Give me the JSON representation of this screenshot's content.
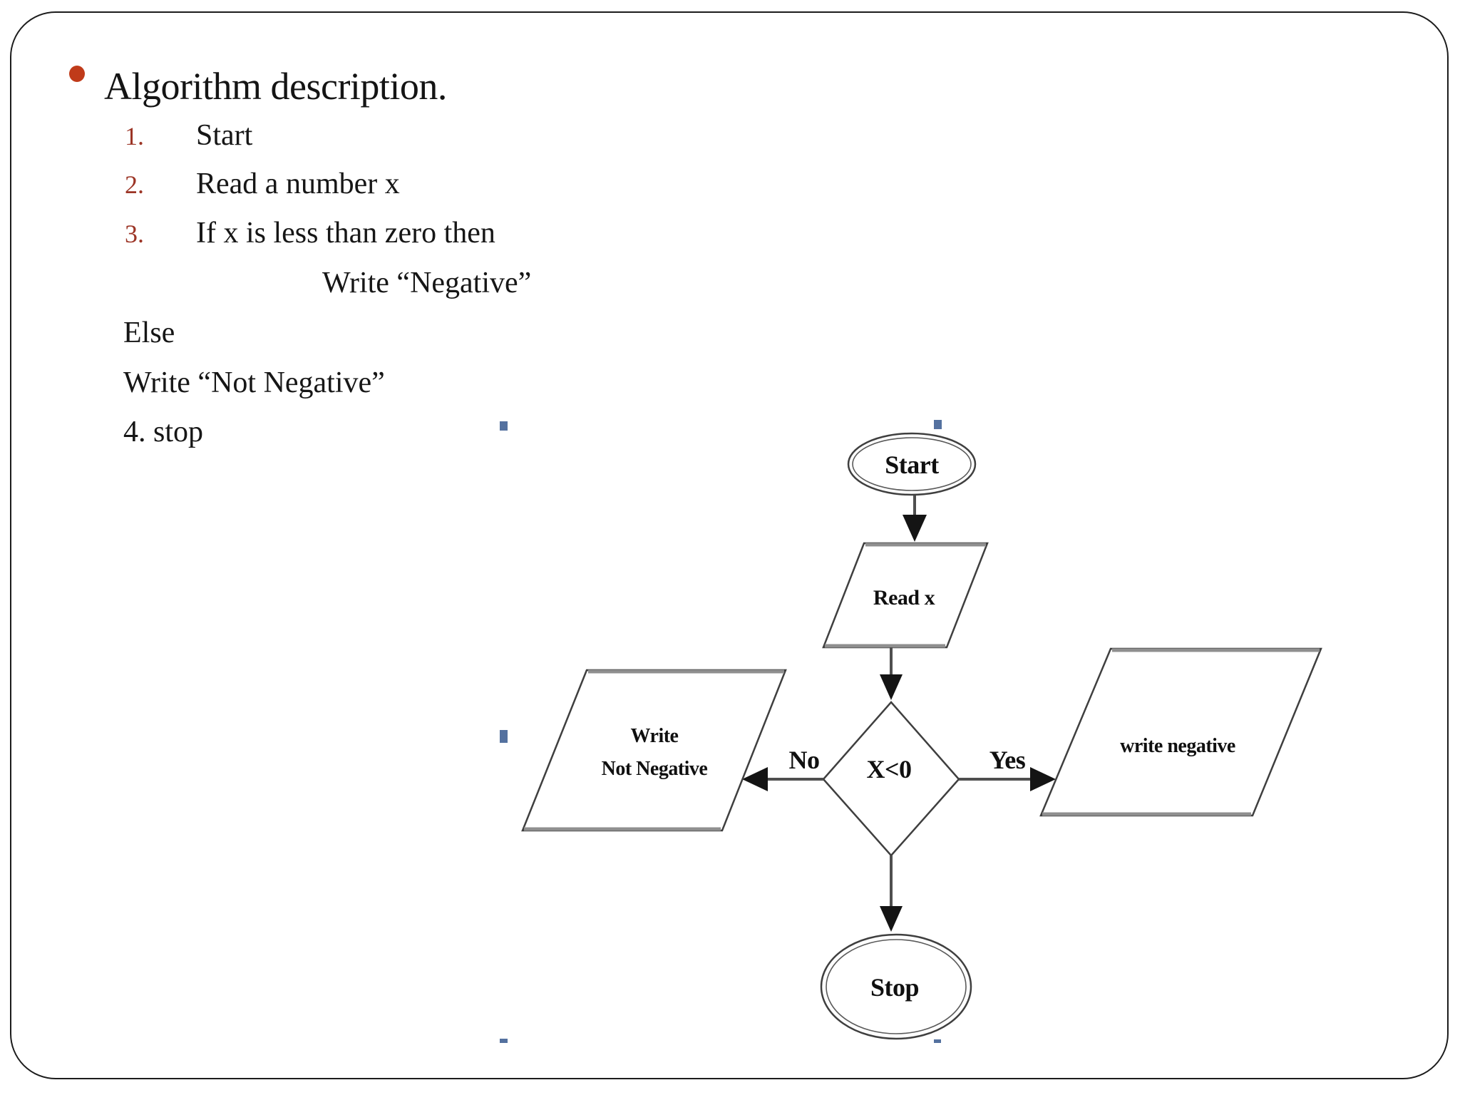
{
  "slide": {
    "title": "Algorithm description.",
    "bullet_color": "#c03b1a",
    "number_color": "#9c3526",
    "text_color": "#161616",
    "list": [
      {
        "num": "1.",
        "text": "Start"
      },
      {
        "num": "2.",
        "text": "Read a number x"
      },
      {
        "num": "3.",
        "text": "If x is less than zero then"
      }
    ],
    "write_negative_line": "Write “Negative”",
    "else_line": "Else",
    "write_not_negative_line": "Write “Not Negative”",
    "stop_line": "4. stop"
  },
  "flowchart": {
    "start_label": "Start",
    "read_label": "Read x",
    "decision_label": "X<0",
    "no_label": "No",
    "yes_label": "Yes",
    "write_not_negative_label_line1": "Write",
    "write_not_negative_label_line2": "Not Negative",
    "write_negative_label": "write negative",
    "stop_label": "Stop",
    "line_color": "#4f4f4f",
    "handle_color": "#54719f"
  }
}
